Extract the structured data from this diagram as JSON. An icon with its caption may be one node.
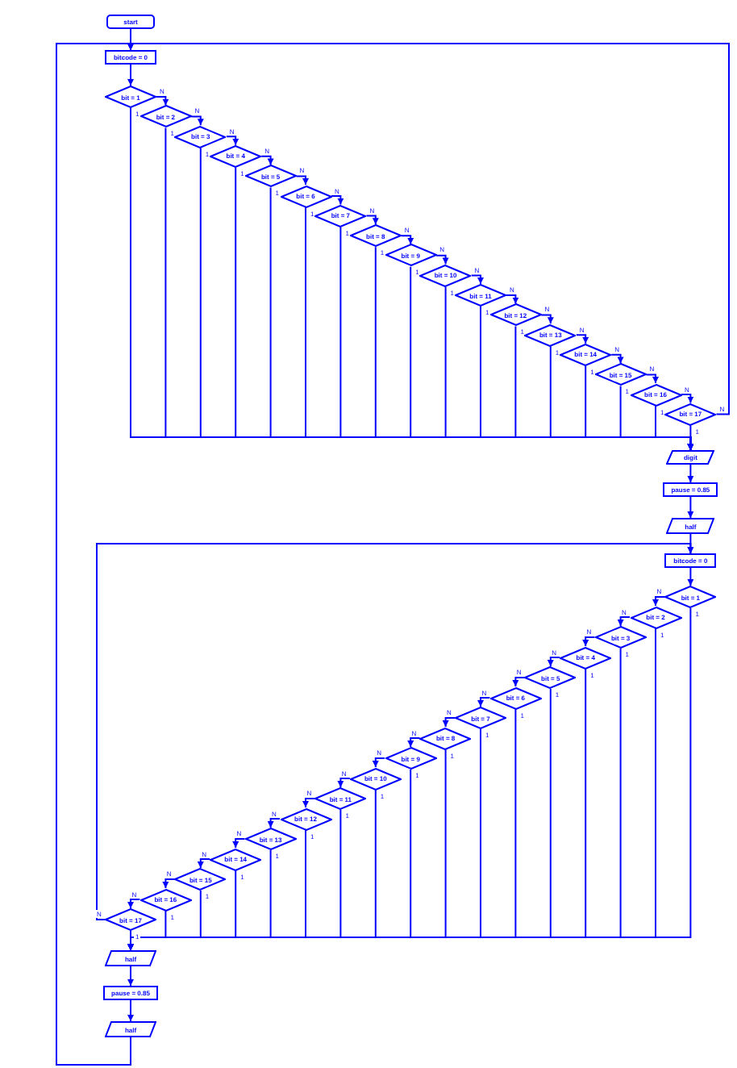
{
  "diagram": {
    "nodes": [
      {
        "text": [
          "start"
        ]
      },
      {
        "text": [
          "bitcode = 0"
        ]
      },
      {
        "text": [
          "bit = 1"
        ]
      },
      {
        "text": [
          "bit = 2"
        ]
      },
      {
        "text": [
          "bit = 3"
        ]
      },
      {
        "text": [
          "bit = 4"
        ]
      },
      {
        "text": [
          "bit = 5"
        ]
      },
      {
        "text": [
          "bit = 6"
        ]
      },
      {
        "text": [
          "bit = 7"
        ]
      },
      {
        "text": [
          "bit = 8"
        ]
      },
      {
        "text": [
          "bit = 9"
        ]
      },
      {
        "text": [
          "bit = 10"
        ]
      },
      {
        "text": [
          "bit = 11"
        ]
      },
      {
        "text": [
          "bit = 12"
        ]
      },
      {
        "text": [
          "bit = 13"
        ]
      },
      {
        "text": [
          "bit = 14"
        ]
      },
      {
        "text": [
          "bit = 15"
        ]
      },
      {
        "text": [
          "bit = 16"
        ]
      },
      {
        "text": [
          "bit = 17"
        ]
      },
      {
        "text": [
          "digit"
        ]
      },
      {
        "text": [
          "pause = 0.85"
        ]
      },
      {
        "text": [
          "half"
        ]
      },
      {
        "text": [
          "bitcode = 0"
        ]
      },
      {
        "text": [
          "bit = 1"
        ]
      },
      {
        "text": [
          "bit = 2"
        ]
      },
      {
        "text": [
          "bit = 3"
        ]
      },
      {
        "text": [
          "bit = 4"
        ]
      },
      {
        "text": [
          "bit = 5"
        ]
      },
      {
        "text": [
          "bit = 6"
        ]
      },
      {
        "text": [
          "bit = 7"
        ]
      },
      {
        "text": [
          "bit = 8"
        ]
      },
      {
        "text": [
          "bit = 9"
        ]
      },
      {
        "text": [
          "bit = 10"
        ]
      },
      {
        "text": [
          "bit = 11"
        ]
      },
      {
        "text": [
          "bit = 12"
        ]
      },
      {
        "text": [
          "bit = 13"
        ]
      },
      {
        "text": [
          "bit = 14"
        ]
      },
      {
        "text": [
          "bit = 15"
        ]
      },
      {
        "text": [
          "bit = 16"
        ]
      },
      {
        "text": [
          "bit = 17"
        ]
      },
      {
        "text": [
          "half"
        ]
      },
      {
        "text": [
          "pause = 0.85"
        ]
      },
      {
        "text": [
          "half"
        ]
      }
    ],
    "edges": [
      {
        "from": 0,
        "to": 1,
        "arrow": "to"
      },
      {
        "from": 1,
        "to": 2,
        "arrow": "to"
      },
      {
        "from": 2,
        "to": 3,
        "arrow": "to",
        "label": "N"
      },
      {
        "from": 2,
        "to": 19,
        "arrow": "to",
        "label": "1"
      },
      {
        "from": 3,
        "to": 4,
        "arrow": "to",
        "label": "N"
      },
      {
        "from": 3,
        "to": 19,
        "arrow": "to",
        "label": "1"
      },
      {
        "from": 4,
        "to": 5,
        "arrow": "to",
        "label": "N"
      },
      {
        "from": 4,
        "to": 19,
        "arrow": "to",
        "label": "1"
      },
      {
        "from": 5,
        "to": 6,
        "arrow": "to",
        "label": "N"
      },
      {
        "from": 5,
        "to": 19,
        "arrow": "to",
        "label": "1"
      },
      {
        "from": 6,
        "to": 7,
        "arrow": "to",
        "label": "N"
      },
      {
        "from": 6,
        "to": 19,
        "arrow": "to",
        "label": "1"
      },
      {
        "from": 7,
        "to": 8,
        "arrow": "to",
        "label": "N"
      },
      {
        "from": 7,
        "to": 19,
        "arrow": "to",
        "label": "1"
      },
      {
        "from": 8,
        "to": 9,
        "arrow": "to",
        "label": "N"
      },
      {
        "from": 8,
        "to": 19,
        "arrow": "to",
        "label": "1"
      },
      {
        "from": 9,
        "to": 10,
        "arrow": "to",
        "label": "N"
      },
      {
        "from": 9,
        "to": 19,
        "arrow": "to",
        "label": "1"
      },
      {
        "from": 10,
        "to": 11,
        "arrow": "to",
        "label": "N"
      },
      {
        "from": 10,
        "to": 19,
        "arrow": "to",
        "label": "1"
      },
      {
        "from": 11,
        "to": 12,
        "arrow": "to",
        "label": "N"
      },
      {
        "from": 11,
        "to": 19,
        "arrow": "to",
        "label": "1"
      },
      {
        "from": 12,
        "to": 13,
        "arrow": "to",
        "label": "N"
      },
      {
        "from": 12,
        "to": 19,
        "arrow": "to",
        "label": "1"
      },
      {
        "from": 13,
        "to": 14,
        "arrow": "to",
        "label": "N"
      },
      {
        "from": 13,
        "to": 19,
        "arrow": "to",
        "label": "1"
      },
      {
        "from": 14,
        "to": 15,
        "arrow": "to",
        "label": "N"
      },
      {
        "from": 14,
        "to": 19,
        "arrow": "to",
        "label": "1"
      },
      {
        "from": 15,
        "to": 16,
        "arrow": "to",
        "label": "N"
      },
      {
        "from": 15,
        "to": 19,
        "arrow": "to",
        "label": "1"
      },
      {
        "from": 16,
        "to": 17,
        "arrow": "to",
        "label": "N"
      },
      {
        "from": 16,
        "to": 19,
        "arrow": "to",
        "label": "1"
      },
      {
        "from": 17,
        "to": 18,
        "arrow": "to",
        "label": "N"
      },
      {
        "from": 17,
        "to": 19,
        "arrow": "to",
        "label": "1"
      },
      {
        "from": 18,
        "to": 19,
        "arrow": "to",
        "label": "1"
      },
      {
        "from": 18,
        "to": 1,
        "arrow": "to",
        "label": "N"
      },
      {
        "from": 19,
        "to": 20,
        "arrow": "to"
      },
      {
        "from": 20,
        "to": 21,
        "arrow": "to"
      },
      {
        "from": 21,
        "to": 22,
        "arrow": "to"
      },
      {
        "from": 22,
        "to": 23,
        "arrow": "to"
      },
      {
        "from": 23,
        "to": 24,
        "arrow": "to",
        "label": "N"
      },
      {
        "from": 23,
        "to": 40,
        "arrow": "to",
        "label": "1"
      },
      {
        "from": 24,
        "to": 25,
        "arrow": "to",
        "label": "N"
      },
      {
        "from": 24,
        "to": 40,
        "arrow": "to",
        "label": "1"
      },
      {
        "from": 25,
        "to": 26,
        "arrow": "to",
        "label": "N"
      },
      {
        "from": 25,
        "to": 40,
        "arrow": "to",
        "label": "1"
      },
      {
        "from": 26,
        "to": 27,
        "arrow": "to",
        "label": "N"
      },
      {
        "from": 26,
        "to": 40,
        "arrow": "to",
        "label": "1"
      },
      {
        "from": 27,
        "to": 28,
        "arrow": "to",
        "label": "N"
      },
      {
        "from": 27,
        "to": 40,
        "arrow": "to",
        "label": "1"
      },
      {
        "from": 28,
        "to": 29,
        "arrow": "to",
        "label": "N"
      },
      {
        "from": 28,
        "to": 40,
        "arrow": "to",
        "label": "1"
      },
      {
        "from": 29,
        "to": 30,
        "arrow": "to",
        "label": "N"
      },
      {
        "from": 29,
        "to": 40,
        "arrow": "to",
        "label": "1"
      },
      {
        "from": 30,
        "to": 31,
        "arrow": "to",
        "label": "N"
      },
      {
        "from": 30,
        "to": 40,
        "arrow": "to",
        "label": "1"
      },
      {
        "from": 31,
        "to": 32,
        "arrow": "to",
        "label": "N"
      },
      {
        "from": 31,
        "to": 40,
        "arrow": "to",
        "label": "1"
      },
      {
        "from": 32,
        "to": 33,
        "arrow": "to",
        "label": "N"
      },
      {
        "from": 32,
        "to": 40,
        "arrow": "to",
        "label": "1"
      },
      {
        "from": 33,
        "to": 34,
        "arrow": "to",
        "label": "N"
      },
      {
        "from": 33,
        "to": 40,
        "arrow": "to",
        "label": "1"
      },
      {
        "from": 34,
        "to": 35,
        "arrow": "to",
        "label": "N"
      },
      {
        "from": 34,
        "to": 40,
        "arrow": "to",
        "label": "1"
      },
      {
        "from": 35,
        "to": 36,
        "arrow": "to",
        "label": "N"
      },
      {
        "from": 35,
        "to": 40,
        "arrow": "to",
        "label": "1"
      },
      {
        "from": 36,
        "to": 37,
        "arrow": "to",
        "label": "N"
      },
      {
        "from": 36,
        "to": 40,
        "arrow": "to",
        "label": "1"
      },
      {
        "from": 37,
        "to": 38,
        "arrow": "to",
        "label": "N"
      },
      {
        "from": 37,
        "to": 40,
        "arrow": "to",
        "label": "1"
      },
      {
        "from": 38,
        "to": 39,
        "arrow": "to",
        "label": "N"
      },
      {
        "from": 38,
        "to": 40,
        "arrow": "to",
        "label": "1"
      },
      {
        "from": 39,
        "to": 40,
        "arrow": "to",
        "label": "1"
      },
      {
        "from": 39,
        "to": 22,
        "arrow": "to",
        "label": "N"
      },
      {
        "from": 40,
        "to": 41,
        "arrow": "to"
      },
      {
        "from": 41,
        "to": 42,
        "arrow": "to"
      },
      {
        "from": 42,
        "to": 1,
        "arrow": "to"
      }
    ]
  }
}
